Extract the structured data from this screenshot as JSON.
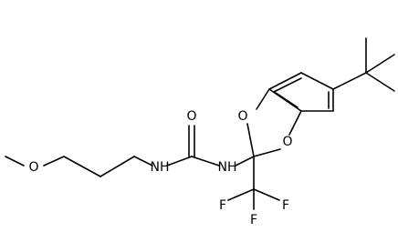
{
  "molecule": {
    "atoms": {
      "methoxy_o": "O",
      "urea_o": "O",
      "urea_nh_left": "NH",
      "urea_nh_right": "NH",
      "ring_o_top": "O",
      "ring_o_bottom": "O",
      "f_left": "F",
      "f_right": "F",
      "f_bottom": "F"
    }
  }
}
